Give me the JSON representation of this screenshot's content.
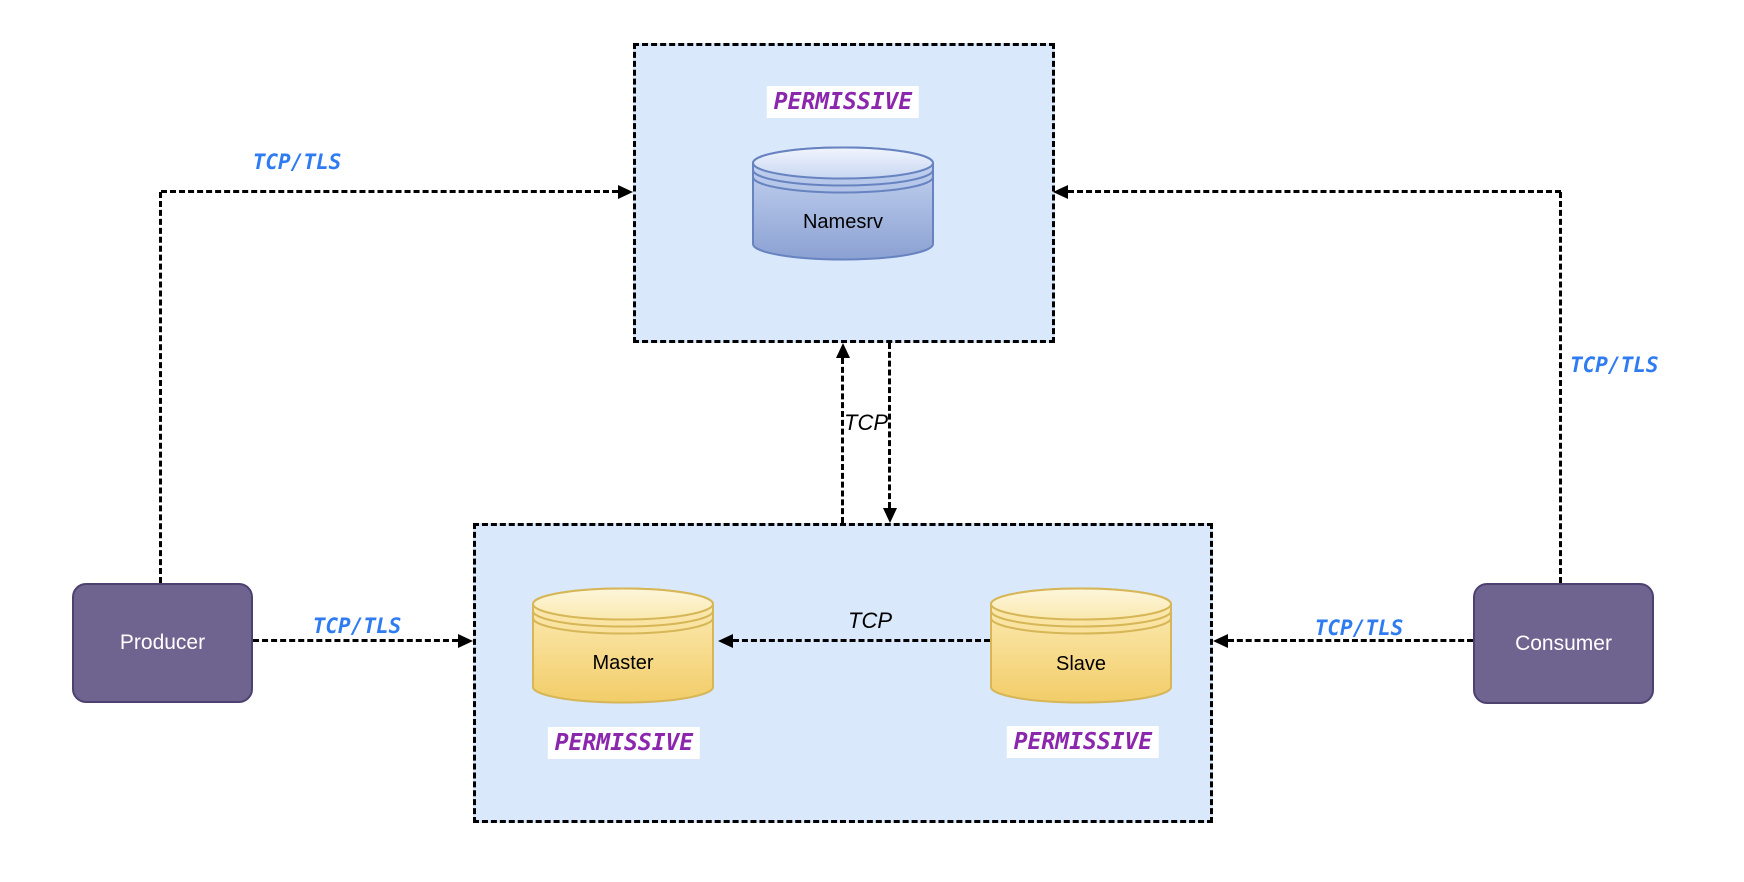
{
  "zones": {
    "namesrv": {
      "acl": "PERMISSIVE"
    },
    "broker": {
      "master_acl": "PERMISSIVE",
      "slave_acl": "PERMISSIVE"
    }
  },
  "nodes": {
    "producer": {
      "label": "Producer",
      "shape": "rounded-rect"
    },
    "consumer": {
      "label": "Consumer",
      "shape": "rounded-rect"
    },
    "namesrv": {
      "label": "Namesrv",
      "shape": "database-cylinder"
    },
    "master": {
      "label": "Master",
      "shape": "database-cylinder"
    },
    "slave": {
      "label": "Slave",
      "shape": "database-cylinder"
    }
  },
  "edges": {
    "producer_to_namesrv": {
      "label": "TCP/TLS",
      "style": "dashed-arrow"
    },
    "consumer_to_namesrv": {
      "label": "TCP/TLS",
      "style": "dashed-arrow"
    },
    "producer_to_broker": {
      "label": "TCP/TLS",
      "style": "dashed-arrow"
    },
    "consumer_to_broker": {
      "label": "TCP/TLS",
      "style": "dashed-arrow"
    },
    "broker_namesrv": {
      "label": "TCP",
      "style": "dashed-arrow-bidirectional"
    },
    "slave_to_master": {
      "label": "TCP",
      "style": "dashed-arrow"
    }
  },
  "colors": {
    "zone_fill": "#dae8fc",
    "client_fill": "#6f6390",
    "client_border": "#4e4170",
    "blue_cylinder_stroke": "#6783c0",
    "yellow_cylinder_stroke": "#d6b656",
    "tls_label": "#2e7bf2",
    "tcp_label": "#000000",
    "acl_label": "#8b27ad",
    "line": "#000000"
  }
}
